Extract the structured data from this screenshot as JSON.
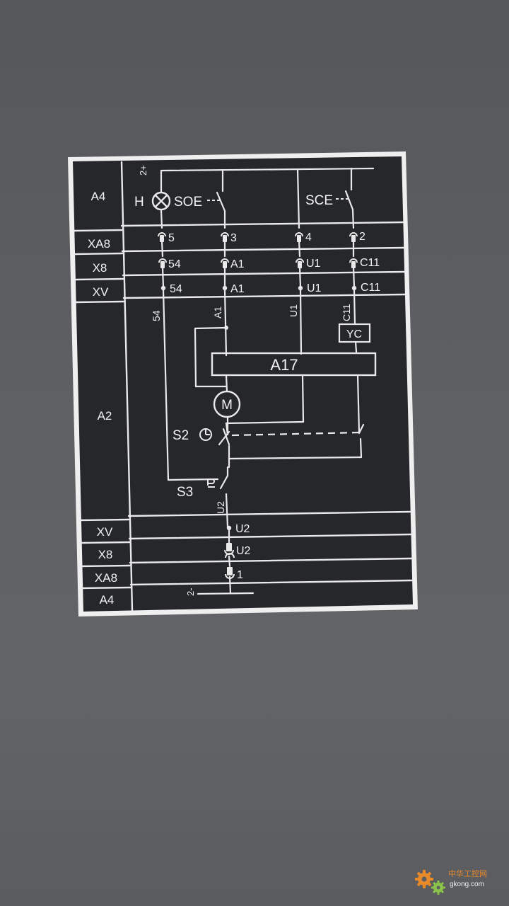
{
  "rows": [
    "A4",
    "XA8",
    "X8",
    "XV",
    "A2",
    "XV",
    "X8",
    "XA8",
    "A4"
  ],
  "supply": {
    "top": "2+",
    "bottom": "2-"
  },
  "lamp": {
    "label": "H"
  },
  "switches": {
    "soe": "SOE",
    "sce": "SCE",
    "s2": "S2",
    "s3": "S3"
  },
  "terminals": {
    "xa8_top": [
      "5",
      "3",
      "4",
      "2"
    ],
    "x8_top": [
      "54",
      "A1",
      "U1",
      "C11"
    ],
    "xv_top": [
      "54",
      "A1",
      "U1",
      "C11"
    ],
    "xv_bottom": "U2",
    "x8_bottom": "U2",
    "xa8_bottom": "1"
  },
  "wires": {
    "w54": "54",
    "wa1": "A1",
    "wu1": "U1",
    "wc11": "C11",
    "wu2": "U2"
  },
  "devices": {
    "coil": "YC",
    "module": "A17",
    "motor": "M"
  },
  "watermark": {
    "brand": "中华工控网",
    "site": "gkong.com"
  },
  "colors": {
    "plate": "#25272b",
    "line": "#e9e9e9",
    "orange": "#e8892a",
    "green": "#8bc34a"
  }
}
